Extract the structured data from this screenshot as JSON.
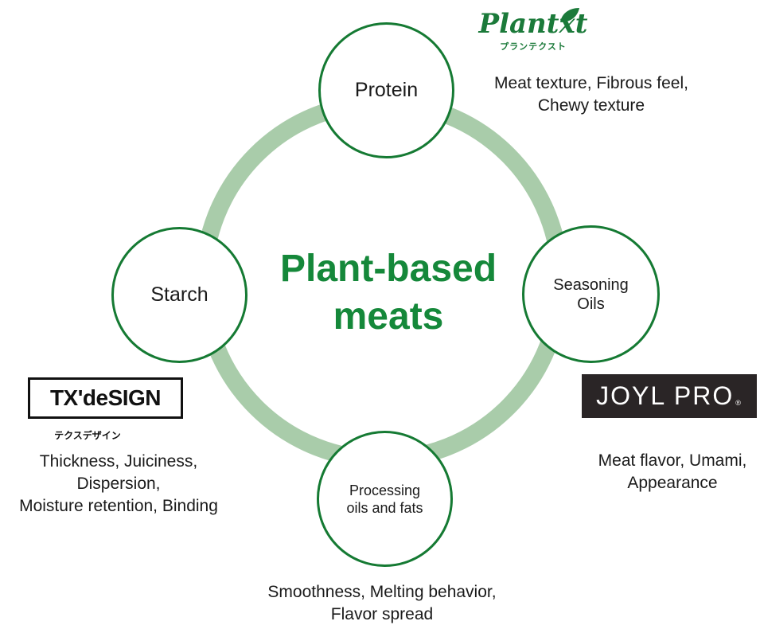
{
  "center": {
    "line1": "Plant-based",
    "line2": "meats"
  },
  "nodes": {
    "protein": {
      "label": "Protein"
    },
    "starch": {
      "label": "Starch"
    },
    "seasoning": {
      "line1": "Seasoning",
      "line2": "Oils"
    },
    "processing": {
      "line1": "Processing",
      "line2": "oils and fats"
    }
  },
  "descriptions": {
    "protein": [
      "Meat texture, Fibrous feel,",
      "Chewy texture"
    ],
    "starch": [
      "Thickness, Juiciness,",
      "Dispersion,",
      "Moisture retention, Binding"
    ],
    "seasoning": [
      "Meat flavor, Umami,",
      "Appearance"
    ],
    "processing": [
      "Smoothness, Melting behavior,",
      "Flavor spread"
    ]
  },
  "logos": {
    "plantxt": {
      "name": "Plantxt",
      "kana": "プランテクスト"
    },
    "txdesign": {
      "name": "TX'deSIGN",
      "kana": "テクスデザイン"
    },
    "joylpro": {
      "name": "JOYL PRO",
      "reg": "®"
    }
  },
  "colors": {
    "ring": "#a9ccaa",
    "node_border": "#157a33",
    "title": "#15883a"
  }
}
